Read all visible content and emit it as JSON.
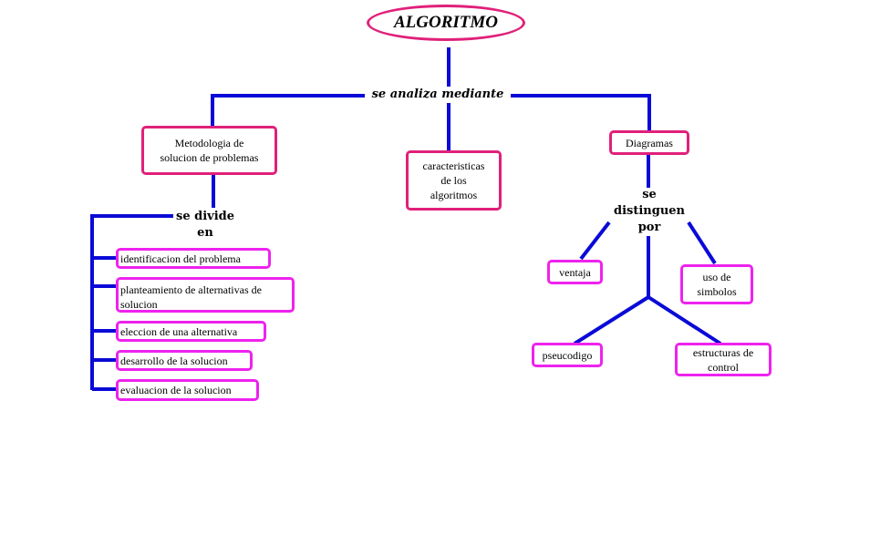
{
  "title": "ALGORITMO",
  "connectors": {
    "main": "se analiza mediante",
    "divide": [
      "se divide",
      "en"
    ],
    "distinguen": [
      "se",
      "distinguen",
      "por"
    ]
  },
  "nodes": {
    "metodologia": [
      "Metodologia de",
      "solucion de problemas"
    ],
    "caracteristicas": [
      "caracteristicas",
      "de los",
      "algoritmos"
    ],
    "diagramas": "Diagramas",
    "steps": [
      "identificacion del problema",
      [
        "planteamiento de alternativas de",
        "solucion"
      ],
      "eleccion de una alternativa",
      "desarrollo de la solucion",
      "evaluacion de la solucion"
    ],
    "ventaja": "ventaja",
    "simbolos": [
      "uso de",
      "simbolos"
    ],
    "pseudocodigo": "pseucodigo",
    "estructuras": [
      "estructuras de",
      "control"
    ]
  },
  "colors": {
    "line": "#0a0ad8",
    "box_border": "#e0207a",
    "step_border": "#ee22ee"
  }
}
